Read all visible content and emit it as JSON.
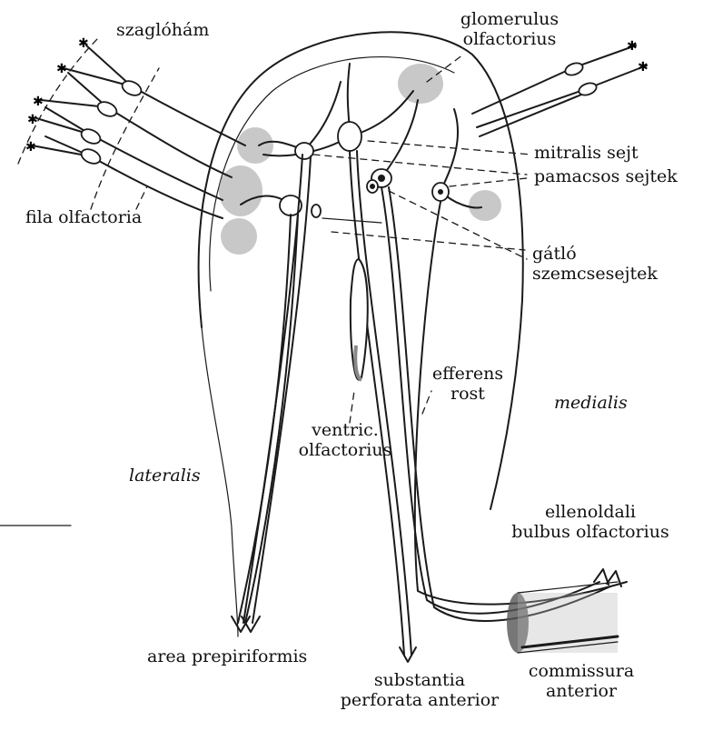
{
  "labels": {
    "olfactory_epithelium": "szaglóhám",
    "glomerulus": [
      "glomerulus",
      "olfactorius"
    ],
    "mitral_cell": "mitralis sejt",
    "tufted_cells": "pamacsos sejtek",
    "fila_olfactoria": "fila olfactoria",
    "inhibitory_granule_cells": [
      "gátló",
      "szemcsesejtek"
    ],
    "efferent_fiber": [
      "efferens",
      "rost"
    ],
    "ventricle": [
      "ventric.",
      "olfactorius"
    ],
    "medial": "medialis",
    "lateral": "lateralis",
    "contralateral_bulb": [
      "ellenoldali",
      "bulbus olfactorius"
    ],
    "area_prepiriformis": "area prepiriformis",
    "substantia_perforata": [
      "substantia",
      "perforata anterior"
    ],
    "commissura": [
      "commissura",
      "anterior"
    ]
  }
}
